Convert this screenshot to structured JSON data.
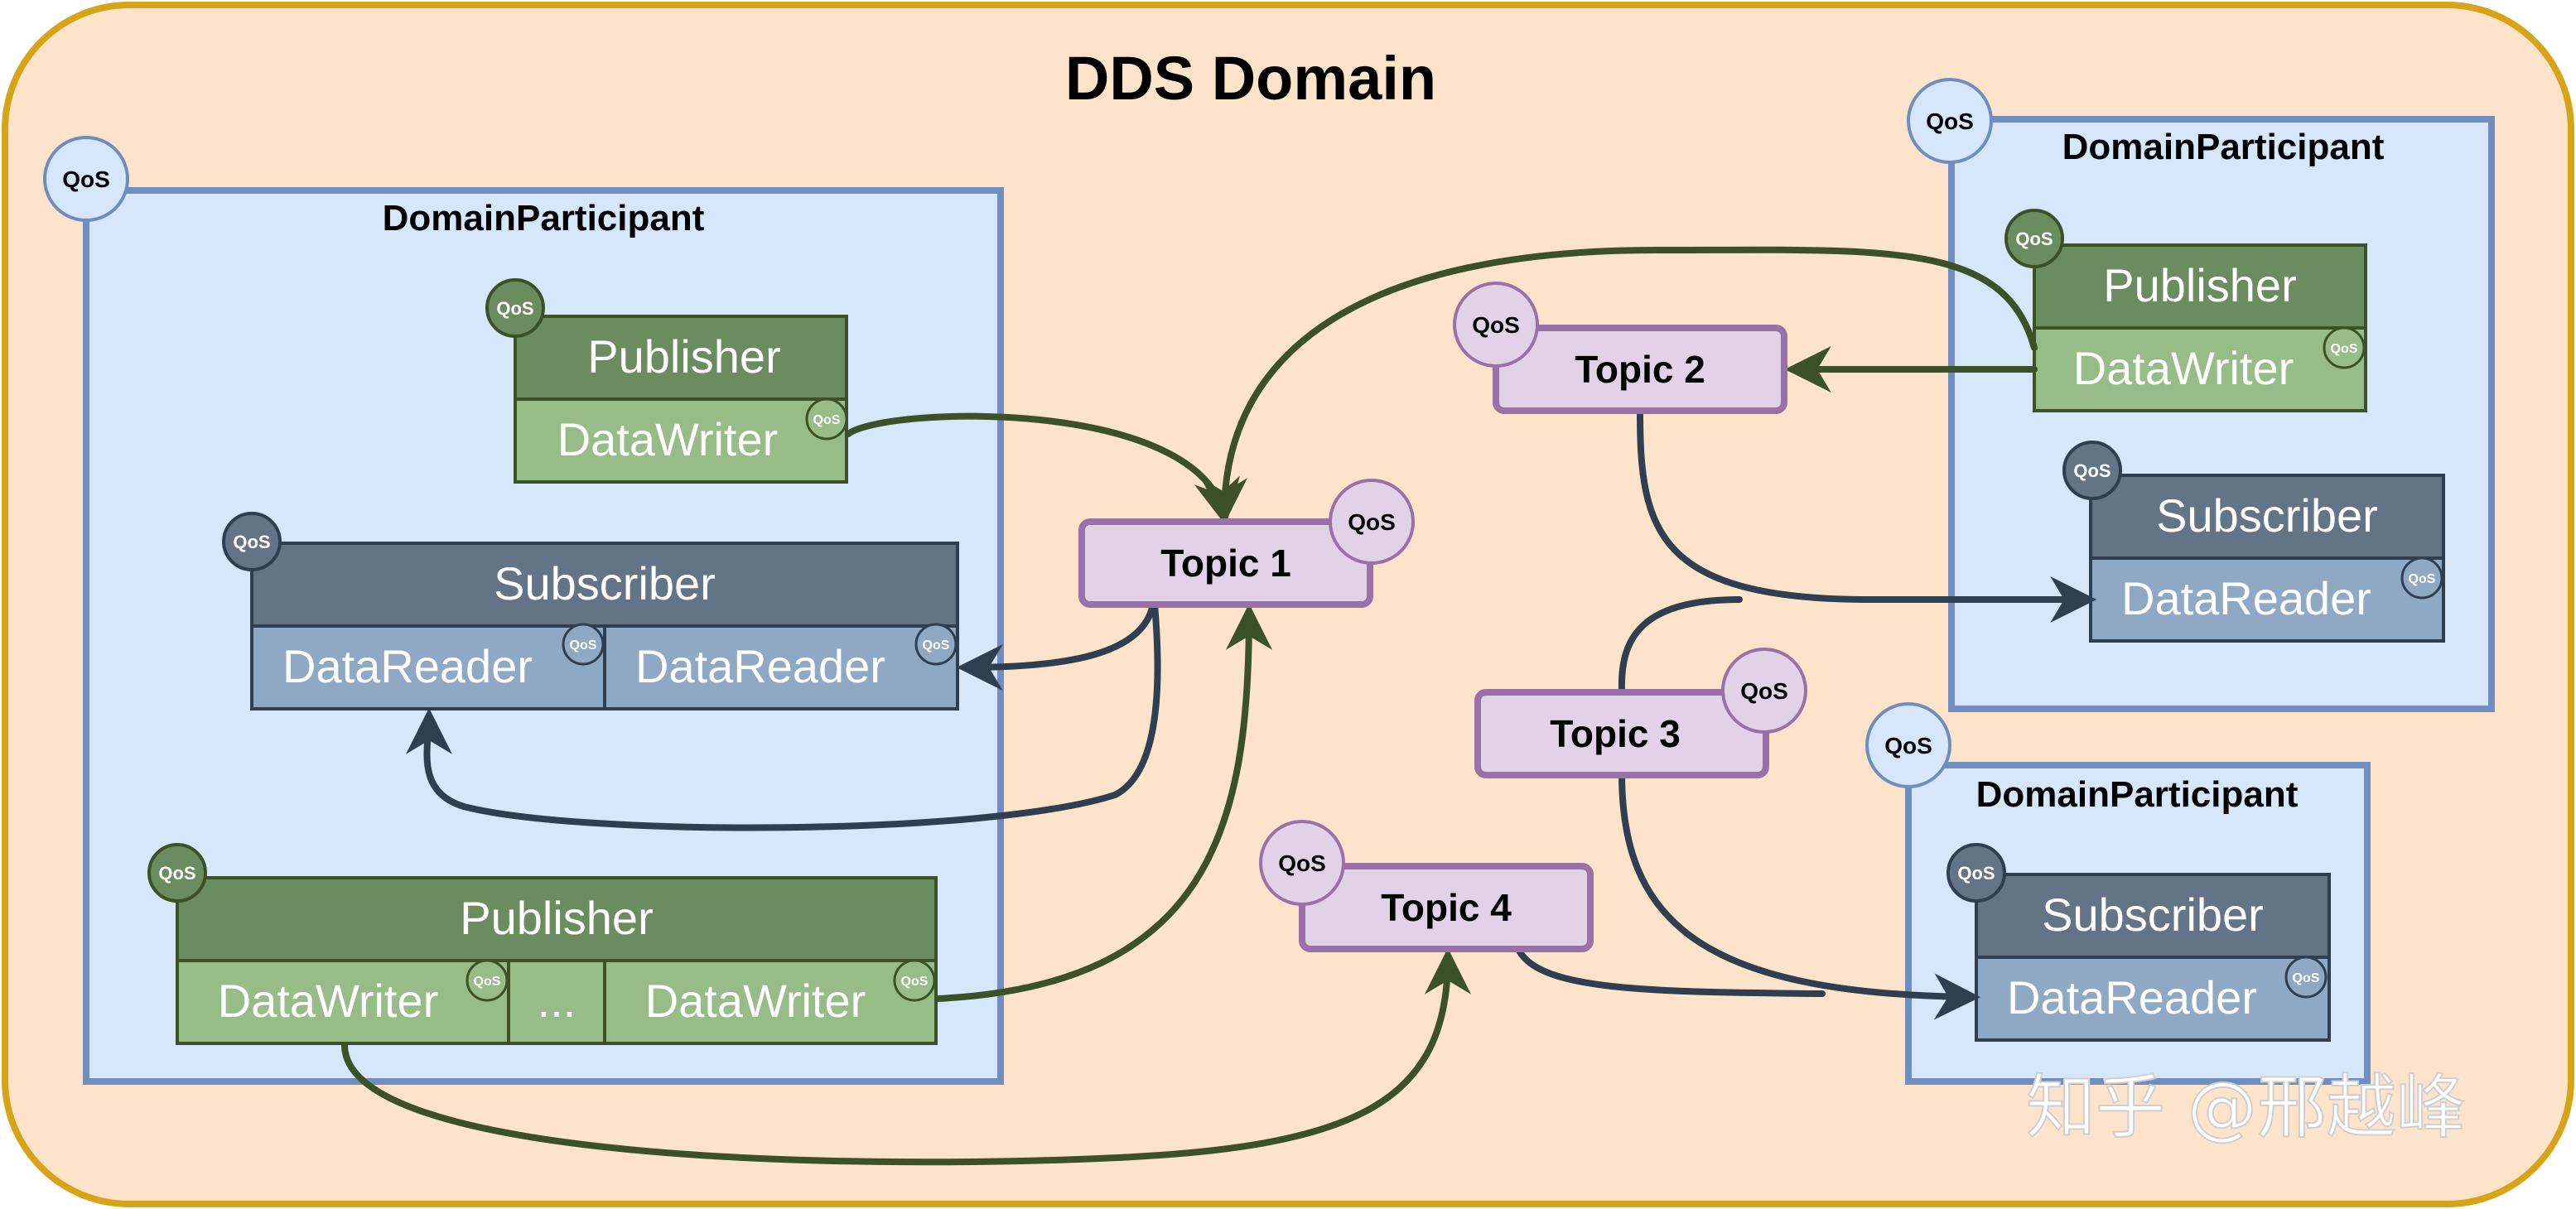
{
  "domain": {
    "title": "DDS Domain"
  },
  "participants": [
    {
      "title": "DomainParticipant",
      "qos": "QoS",
      "groups": [
        {
          "kind": "publisher",
          "header": "Publisher",
          "header_qos": "QoS",
          "cells": [
            {
              "label": "DataWriter",
              "qos": "QoS"
            }
          ]
        },
        {
          "kind": "subscriber",
          "header": "Subscriber",
          "header_qos": "QoS",
          "cells": [
            {
              "label": "DataReader",
              "qos": "QoS"
            },
            {
              "label": "DataReader",
              "qos": "QoS"
            }
          ]
        },
        {
          "kind": "publisher",
          "header": "Publisher",
          "header_qos": "QoS",
          "cells": [
            {
              "label": "DataWriter",
              "qos": "QoS"
            },
            {
              "label": "...",
              "qos": ""
            },
            {
              "label": "DataWriter",
              "qos": "QoS"
            }
          ]
        }
      ]
    },
    {
      "title": "DomainParticipant",
      "qos": "QoS",
      "groups": [
        {
          "kind": "publisher",
          "header": "Publisher",
          "header_qos": "QoS",
          "cells": [
            {
              "label": "DataWriter",
              "qos": "QoS"
            }
          ]
        },
        {
          "kind": "subscriber",
          "header": "Subscriber",
          "header_qos": "QoS",
          "cells": [
            {
              "label": "DataReader",
              "qos": "QoS"
            }
          ]
        }
      ]
    },
    {
      "title": "DomainParticipant",
      "qos": "QoS",
      "groups": [
        {
          "kind": "subscriber",
          "header": "Subscriber",
          "header_qos": "QoS",
          "cells": [
            {
              "label": "DataReader",
              "qos": "QoS"
            }
          ]
        }
      ]
    }
  ],
  "topics": [
    {
      "label": "Topic 1",
      "qos": "QoS"
    },
    {
      "label": "Topic 2",
      "qos": "QoS"
    },
    {
      "label": "Topic 3",
      "qos": "QoS"
    },
    {
      "label": "Topic 4",
      "qos": "QoS"
    }
  ],
  "watermark": "知乎 @邢越峰",
  "colors": {
    "domain_fill": "#fde3c9",
    "domain_border": "#d7a417",
    "participant_fill": "#d6e6fb",
    "participant_border": "#6f8ebf",
    "publisher_header": "#6a8c5e",
    "publisher_cell": "#97bc87",
    "subscriber_header": "#647487",
    "subscriber_cell": "#8fa9c4",
    "topic_fill": "#e2d2e8",
    "topic_border": "#9971a8",
    "writer_link": "#3b5227",
    "reader_link": "#2f3e50"
  }
}
